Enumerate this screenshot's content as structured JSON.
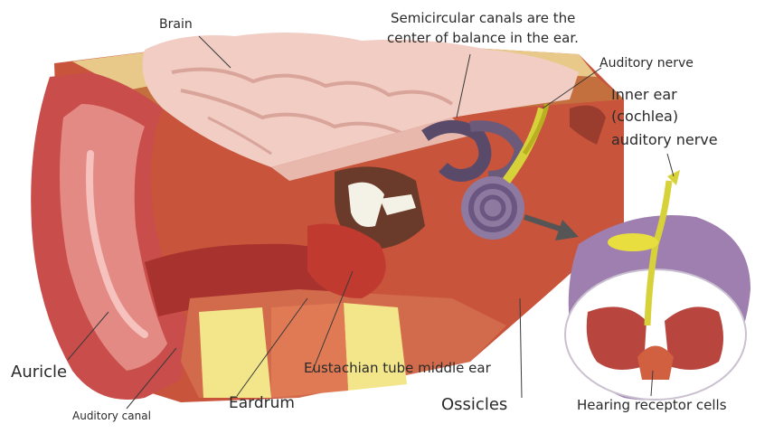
{
  "labels": {
    "brain": "Brain",
    "semicircular_line1": "Semicircular canals are the",
    "semicircular_line2": "center of balance in the ear.",
    "auditory_nerve": "Auditory nerve",
    "inner_ear_line1": "Inner ear",
    "inner_ear_line2": "(cochlea)",
    "inner_ear_line3": "auditory nerve",
    "auricle": "Auricle",
    "auditory_canal": "Auditory canal",
    "eardrum": "Eardrum",
    "eustachian": "Eustachian tube middle ear",
    "ossicles": "Ossicles",
    "hearing_cells": "Hearing receptor cells"
  }
}
